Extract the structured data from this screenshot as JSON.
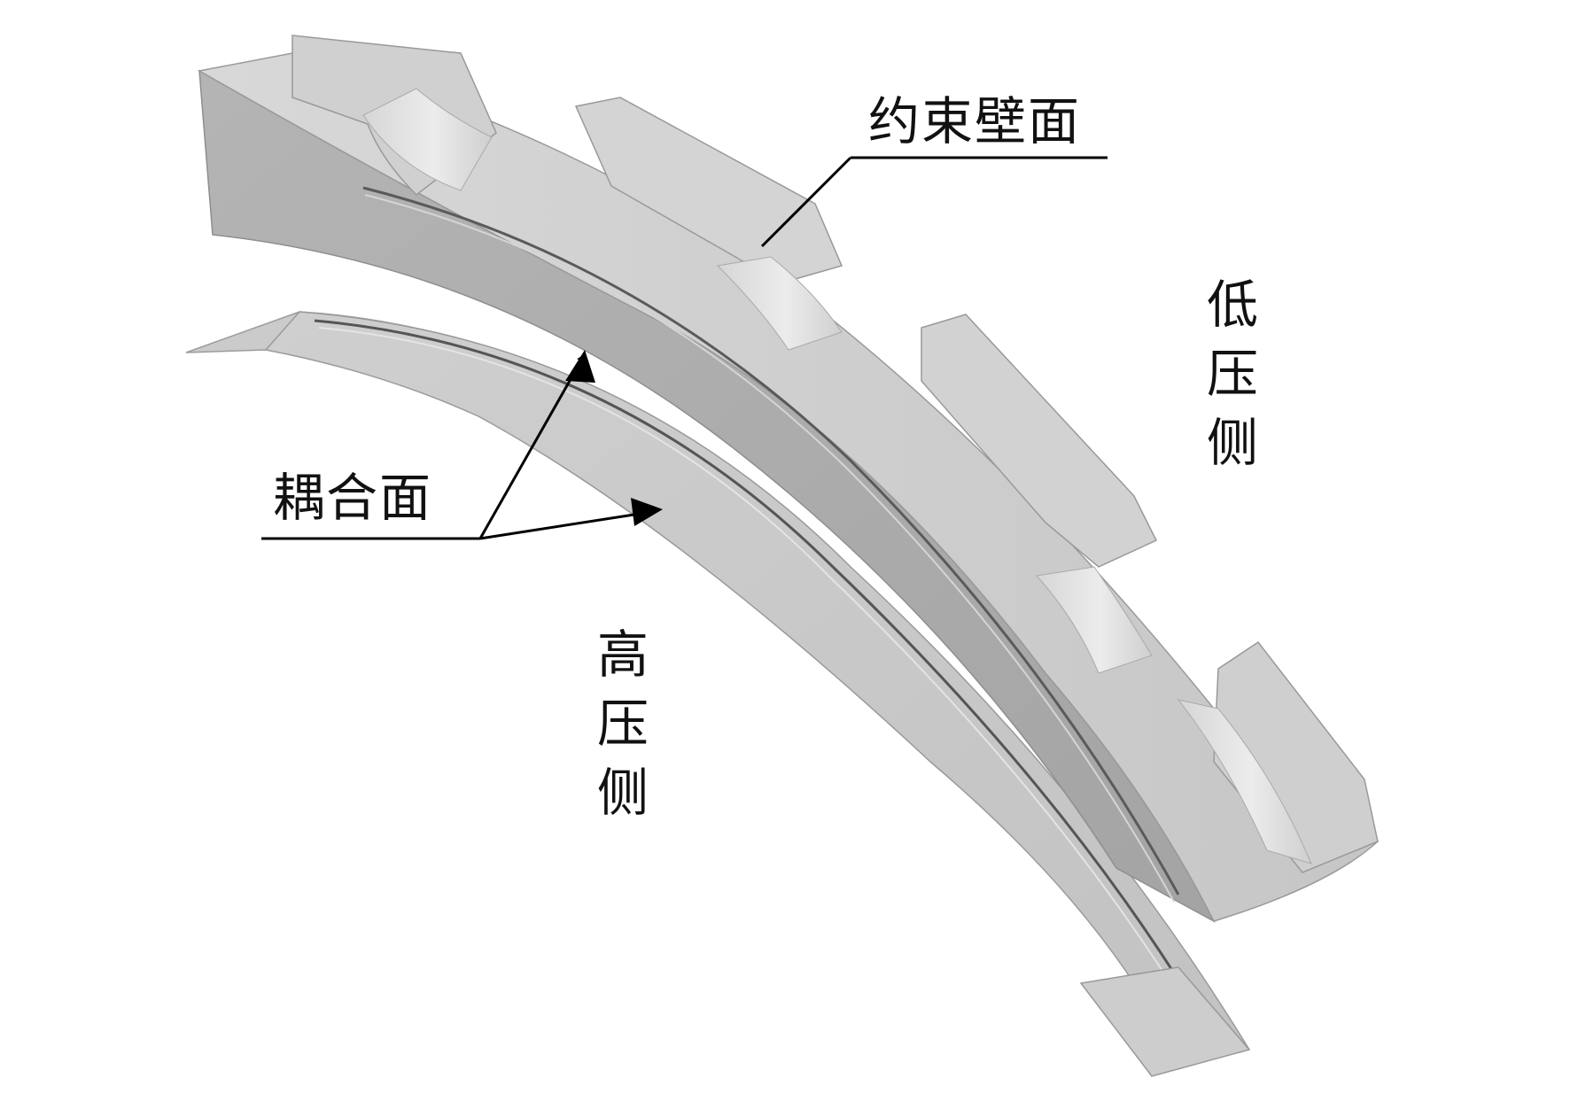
{
  "labels": {
    "constraint_wall": "约束壁面",
    "coupling_surface": "耦合面",
    "low_pressure_side": "低压侧",
    "high_pressure_side": "高压侧"
  }
}
